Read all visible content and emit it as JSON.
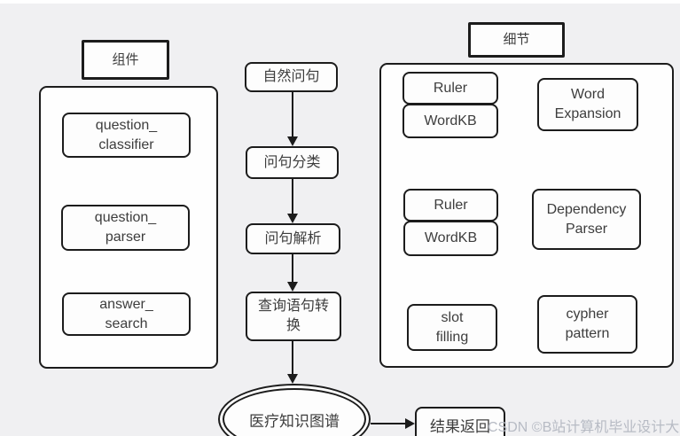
{
  "colors": {
    "background": "#f0f0f2",
    "box_fill": "#fdfdfd",
    "border": "#1c1c1c",
    "text": "#3d3d3d",
    "watermark": "#b7bbc4"
  },
  "components_group": {
    "title": "组件",
    "items": [
      {
        "line1": "question_",
        "line2": "classifier"
      },
      {
        "line1": "question_",
        "line2": "parser"
      },
      {
        "line1": "answer_",
        "line2": "search"
      }
    ]
  },
  "flow": {
    "natural_question": "自然问句",
    "question_classify": "问句分类",
    "question_parse": "问句解析",
    "query_convert_line1": "查询语句转",
    "query_convert_line2": "换",
    "knowledge_graph": "医疗知识图谱",
    "result_return": "结果返回"
  },
  "details_group": {
    "title": "细节",
    "ruler_top": "Ruler",
    "wordkb_top": "WordKB",
    "word_expansion_line1": "Word",
    "word_expansion_line2": "Expansion",
    "ruler_mid": "Ruler",
    "wordkb_mid": "WordKB",
    "dependency_line1": "Dependency",
    "dependency_line2": "Parser",
    "slot_line1": "slot",
    "slot_line2": "filling",
    "cypher_line1": "cypher",
    "cypher_line2": "pattern"
  },
  "watermark": "CSDN ©B站计算机毕业设计大学"
}
